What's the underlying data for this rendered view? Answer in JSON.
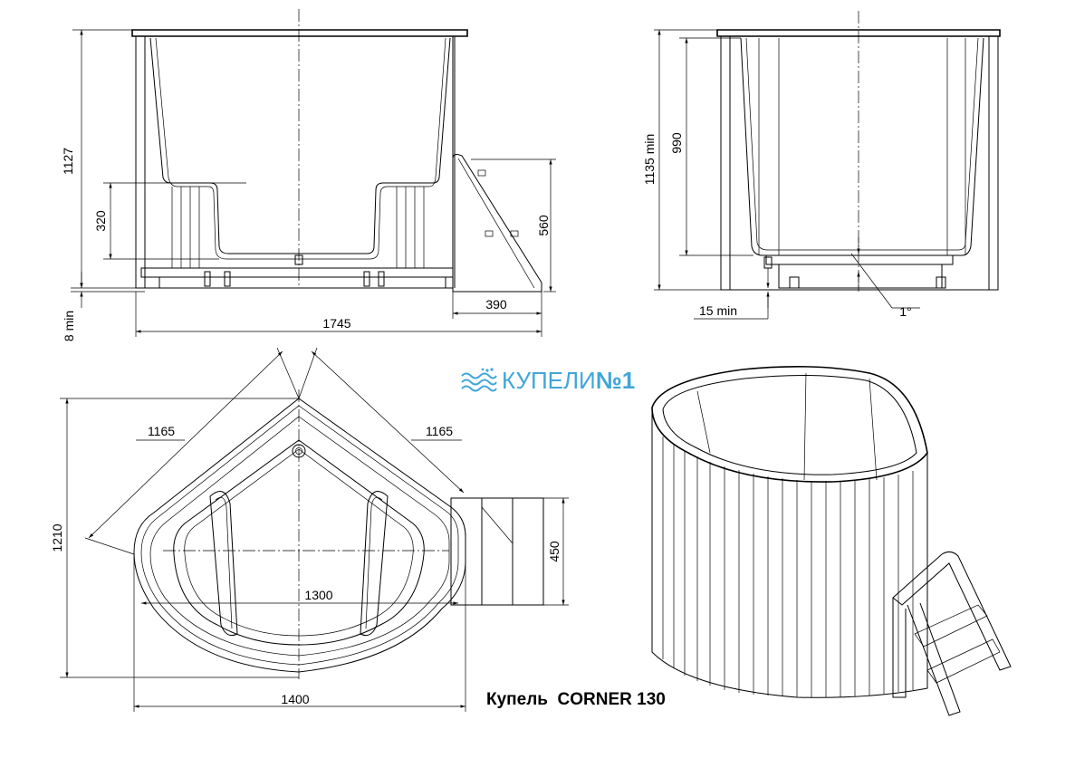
{
  "title": "Купель  CORNER 130",
  "logo": {
    "text": "КУПЕЛИ",
    "number": "№1",
    "color": "#41a6d9",
    "icon": "water-waves-icon"
  },
  "front_view": {
    "height": "1127",
    "seat": "320",
    "gap": "8 min",
    "width": "1745",
    "step_height": "560",
    "step_depth": "390"
  },
  "side_view": {
    "height": "1135 min",
    "inner": "990",
    "base": "15 min",
    "slope": "1°"
  },
  "top_view": {
    "side_a": "1165",
    "side_b": "1165",
    "depth": "1210",
    "inner_width": "1300",
    "width": "1400",
    "step_width": "450"
  }
}
